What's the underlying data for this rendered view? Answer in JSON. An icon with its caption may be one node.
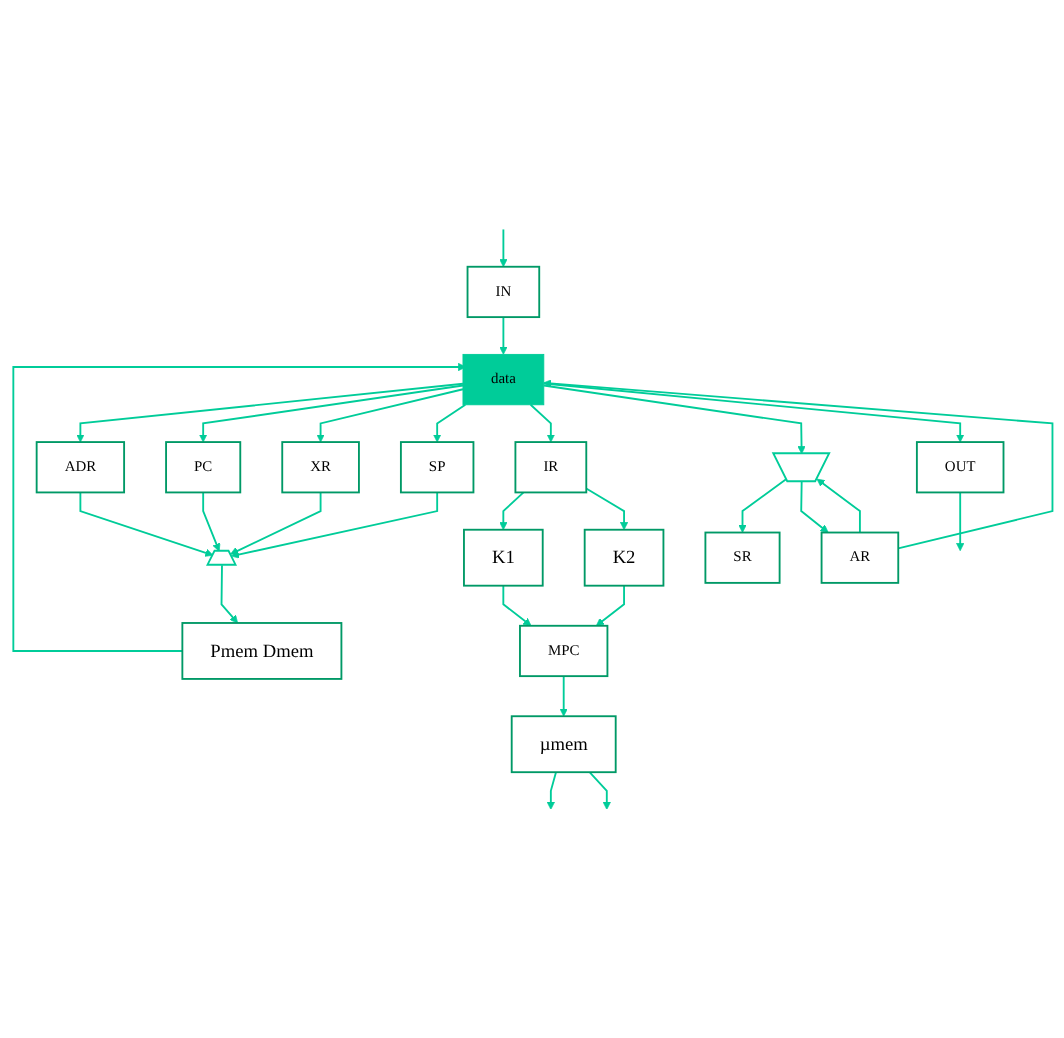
{
  "diagram": {
    "nodes": [
      {
        "text": [
          "data"
        ]
      },
      {
        "text": [
          "ADR"
        ]
      },
      {
        "text": [
          "PC"
        ]
      },
      {
        "text": [
          "XR"
        ]
      },
      {
        "text": [
          "SP"
        ]
      },
      {
        "text": [],
        "shape": "trapezoid"
      },
      {
        "text": [
          "Pmem Dmem"
        ]
      },
      {
        "text": [
          "IR"
        ]
      },
      {
        "text": [
          "K1"
        ]
      },
      {
        "text": [
          "K2"
        ]
      },
      {
        "text": [
          "MPC"
        ]
      },
      {
        "text": [
          "µmem"
        ]
      },
      {
        "text": [],
        "shape": "trapezoid"
      },
      {
        "text": [
          "SR"
        ]
      },
      {
        "text": [
          "AR"
        ]
      },
      {
        "text": [
          "IN"
        ]
      },
      {
        "text": [
          "OUT"
        ]
      }
    ],
    "edges": [
      {
        "from": 0,
        "to": 1,
        "arrow": "to"
      },
      {
        "from": 1,
        "to": 5,
        "arrow": "to"
      },
      {
        "from": 0,
        "to": 2,
        "arrow": "to"
      },
      {
        "from": 2,
        "to": 5,
        "arrow": "to"
      },
      {
        "from": 0,
        "to": 3,
        "arrow": "to"
      },
      {
        "from": 3,
        "to": 5,
        "arrow": "to"
      },
      {
        "from": 0,
        "to": 4,
        "arrow": "to"
      },
      {
        "from": 4,
        "to": 5,
        "arrow": "to"
      },
      {
        "from": 5,
        "to": 6,
        "arrow": "to"
      },
      {
        "from": 6,
        "to": 0,
        "arrow": "to"
      },
      {
        "from": 0,
        "to": 7,
        "arrow": "to"
      },
      {
        "from": 7,
        "to": 8,
        "arrow": "to"
      },
      {
        "from": 7,
        "to": 9,
        "arrow": "to"
      },
      {
        "from": 8,
        "to": 10,
        "arrow": "to"
      },
      {
        "from": 9,
        "to": 10,
        "arrow": "to"
      },
      {
        "from": 10,
        "to": 11,
        "arrow": "to"
      },
      {
        "from": 11,
        "to": null,
        "arrow": "to"
      },
      {
        "from": 11,
        "to": null,
        "arrow": "to"
      },
      {
        "from": 0,
        "to": 12,
        "arrow": "to"
      },
      {
        "from": 14,
        "to": 12,
        "arrow": "to"
      },
      {
        "from": 12,
        "to": 13,
        "arrow": "to"
      },
      {
        "from": 12,
        "to": 14,
        "arrow": "to"
      },
      {
        "from": 14,
        "to": 0,
        "arrow": "to"
      },
      {
        "from": 15,
        "to": 0,
        "arrow": "to"
      },
      {
        "from": 0,
        "to": 16,
        "arrow": "to"
      },
      {
        "from": null,
        "to": 15,
        "arrow": "to"
      },
      {
        "from": 16,
        "to": null,
        "arrow": "to"
      }
    ]
  }
}
